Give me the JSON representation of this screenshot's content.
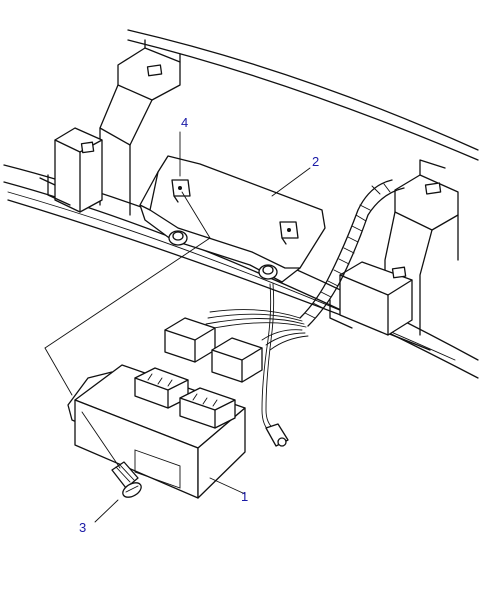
{
  "diagram": {
    "callouts": [
      {
        "id": "1",
        "label": "1"
      },
      {
        "id": "2",
        "label": "2"
      },
      {
        "id": "3",
        "label": "3"
      },
      {
        "id": "4",
        "label": "4"
      }
    ],
    "colors": {
      "line": "#111111",
      "callout_text": "#1a1aa6",
      "background": "#ffffff"
    }
  }
}
